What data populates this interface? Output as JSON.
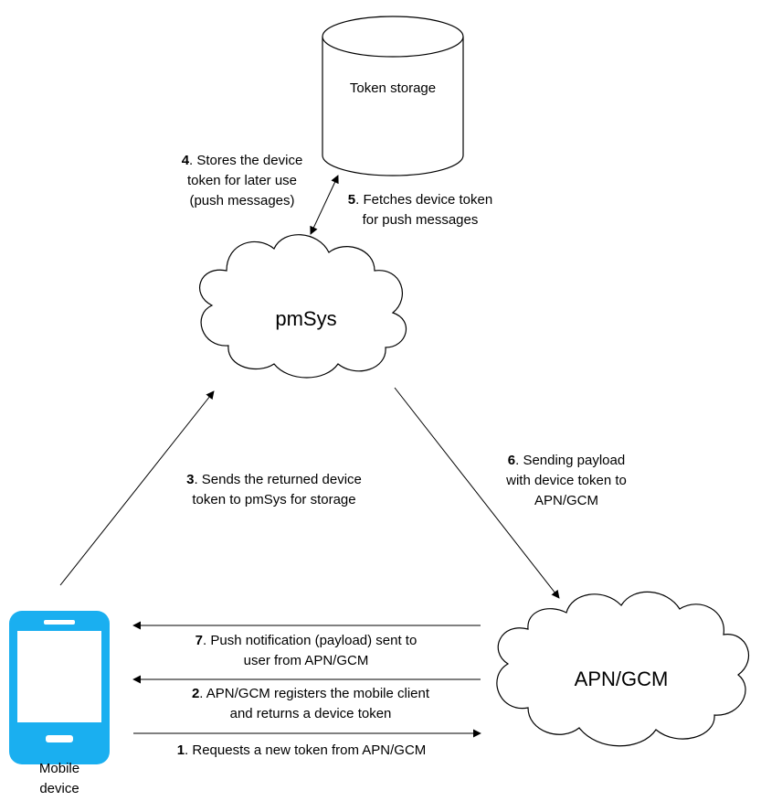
{
  "nodes": {
    "storage": {
      "label": "Token storage"
    },
    "pmsys": {
      "label": "pmSys"
    },
    "apn": {
      "label": "APN/GCM"
    },
    "mobile": {
      "line1": "Mobile",
      "line2": "device"
    }
  },
  "steps": [
    {
      "num": "4",
      "line1": ". Stores the device",
      "line2": "token for later use",
      "line3": "(push messages)"
    },
    {
      "num": "5",
      "line1": ". Fetches device token",
      "line2": "for push messages"
    },
    {
      "num": "3",
      "line1": ". Sends the returned device",
      "line2": "token to pmSys for storage"
    },
    {
      "num": "6",
      "line1": ". Sending payload",
      "line2": "with device token to",
      "line3": "APN/GCM"
    },
    {
      "num": "7",
      "line1": ". Push notification (payload) sent to",
      "line2": "user from APN/GCM"
    },
    {
      "num": "2",
      "line1": ". APN/GCM registers the mobile client",
      "line2": "and returns a device token"
    },
    {
      "num": "1",
      "line1": ". Requests a new token from APN/GCM"
    }
  ],
  "colors": {
    "phone": "#1AAFF0",
    "line": "#000000"
  }
}
